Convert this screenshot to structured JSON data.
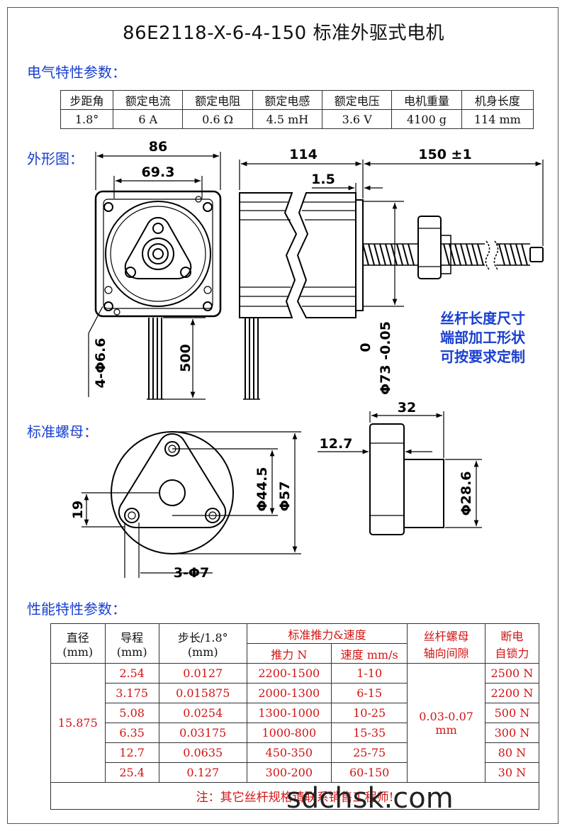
{
  "title": "86E2118-X-6-4-150 标准外驱式电机",
  "sections": {
    "electrical": "电气特性参数：",
    "outline": "外形图：",
    "nut": "标准螺母：",
    "performance": "性能特性参数："
  },
  "spec_table": {
    "headers": [
      "步距角",
      "额定电流",
      "额定电阻",
      "额定电感",
      "额定电压",
      "电机重量",
      "机身长度"
    ],
    "values": [
      "1.8°",
      "6 A",
      "0.6 Ω",
      "4.5 mH",
      "3.6 V",
      "4100 g",
      "114 mm"
    ]
  },
  "dims": {
    "d86": "86",
    "d69": "69.3",
    "d114": "114",
    "d150": "150 ±1",
    "d15": "1.5",
    "d500": "500",
    "d66": "4-Φ6.6",
    "d0": "0",
    "d73": "Φ73 -0.05",
    "d32": "32",
    "d127": "12.7",
    "d286": "Φ28.6",
    "d19": "19",
    "d445": "Φ44.5",
    "d57": "Φ57",
    "d7": "3-Φ7"
  },
  "screw_note": [
    "丝杆长度尺寸",
    "端部加工形状",
    "可按要求定制"
  ],
  "perf_table": {
    "h_diameter": "直径",
    "h_diameter_unit": "(mm)",
    "h_lead": "导程",
    "h_lead_unit": "(mm)",
    "h_step": "步长/1.8°",
    "h_step_unit": "(mm)",
    "h_thrust_speed": "标准推力&速度",
    "h_thrust": "推力 N",
    "h_speed": "速度 mm/s",
    "h_clearance_1": "丝杆螺母",
    "h_clearance_2": "轴向间隙",
    "h_lock_1": "断电",
    "h_lock_2": "自锁力",
    "diameter": "15.875",
    "clearance": "0.03-0.07",
    "clearance_unit": "mm",
    "rows": [
      {
        "lead": "2.54",
        "step": "0.0127",
        "thrust": "2200-1500",
        "speed": "1-10",
        "lock": "2500 N"
      },
      {
        "lead": "3.175",
        "step": "0.015875",
        "thrust": "2000-1300",
        "speed": "6-15",
        "lock": "2200 N"
      },
      {
        "lead": "5.08",
        "step": "0.0254",
        "thrust": "1300-1000",
        "speed": "10-25",
        "lock": "500 N"
      },
      {
        "lead": "6.35",
        "step": "0.03175",
        "thrust": "1000-800",
        "speed": "15-35",
        "lock": "300 N"
      },
      {
        "lead": "12.7",
        "step": "0.0635",
        "thrust": "450-350",
        "speed": "25-75",
        "lock": "80 N"
      },
      {
        "lead": "25.4",
        "step": "0.127",
        "thrust": "300-200",
        "speed": "60-150",
        "lock": "30 N"
      }
    ],
    "note": "注：其它丝杆规格请联系销售工程师!"
  },
  "watermark": "sdchsk.com"
}
